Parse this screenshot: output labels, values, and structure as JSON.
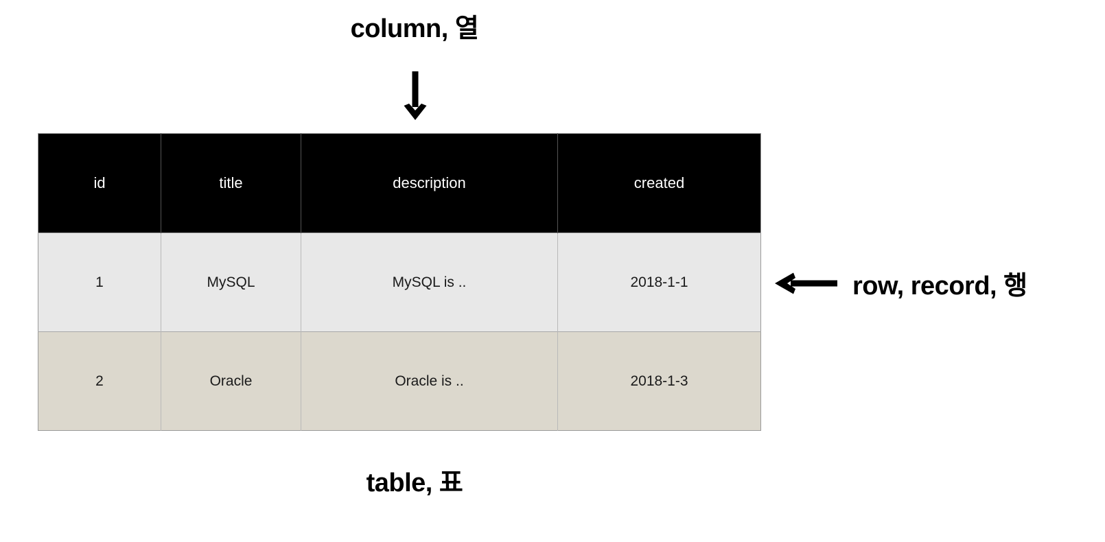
{
  "annotations": {
    "column": {
      "label": "column, 열",
      "arrow_icon": "arrow-down-icon"
    },
    "row": {
      "label": "row, record, 행",
      "arrow_icon": "arrow-left-icon"
    },
    "caption": {
      "label": "table, 표"
    }
  },
  "table": {
    "columns": [
      "id",
      "title",
      "description",
      "created"
    ],
    "rows": [
      [
        "1",
        "MySQL",
        "MySQL is ..",
        "2018-1-1"
      ],
      [
        "2",
        "Oracle",
        "Oracle is ..",
        "2018-1-3"
      ]
    ]
  },
  "colors": {
    "header_background": "#000000",
    "header_text": "#ffffff",
    "row_1_background": "#e8e8e8",
    "row_2_background": "#dcd8cd",
    "page_background": "#ffffff",
    "border": "#9a9a9a",
    "text": "#000000"
  }
}
